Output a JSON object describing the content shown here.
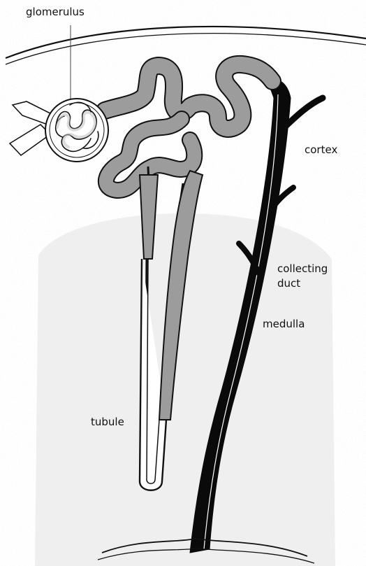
{
  "labels": {
    "glomerulus": "glomerulus",
    "cortex": "cortex",
    "collecting_duct_line1": "collecting",
    "collecting_duct_line2": "duct",
    "medulla": "medulla",
    "tubule": "tubule"
  },
  "colors": {
    "tubule_fill": "#9c9c9c",
    "outline": "#111111",
    "duct": "#0a0a0a",
    "medulla_shade": "#ececec",
    "background": "#ffffff"
  }
}
